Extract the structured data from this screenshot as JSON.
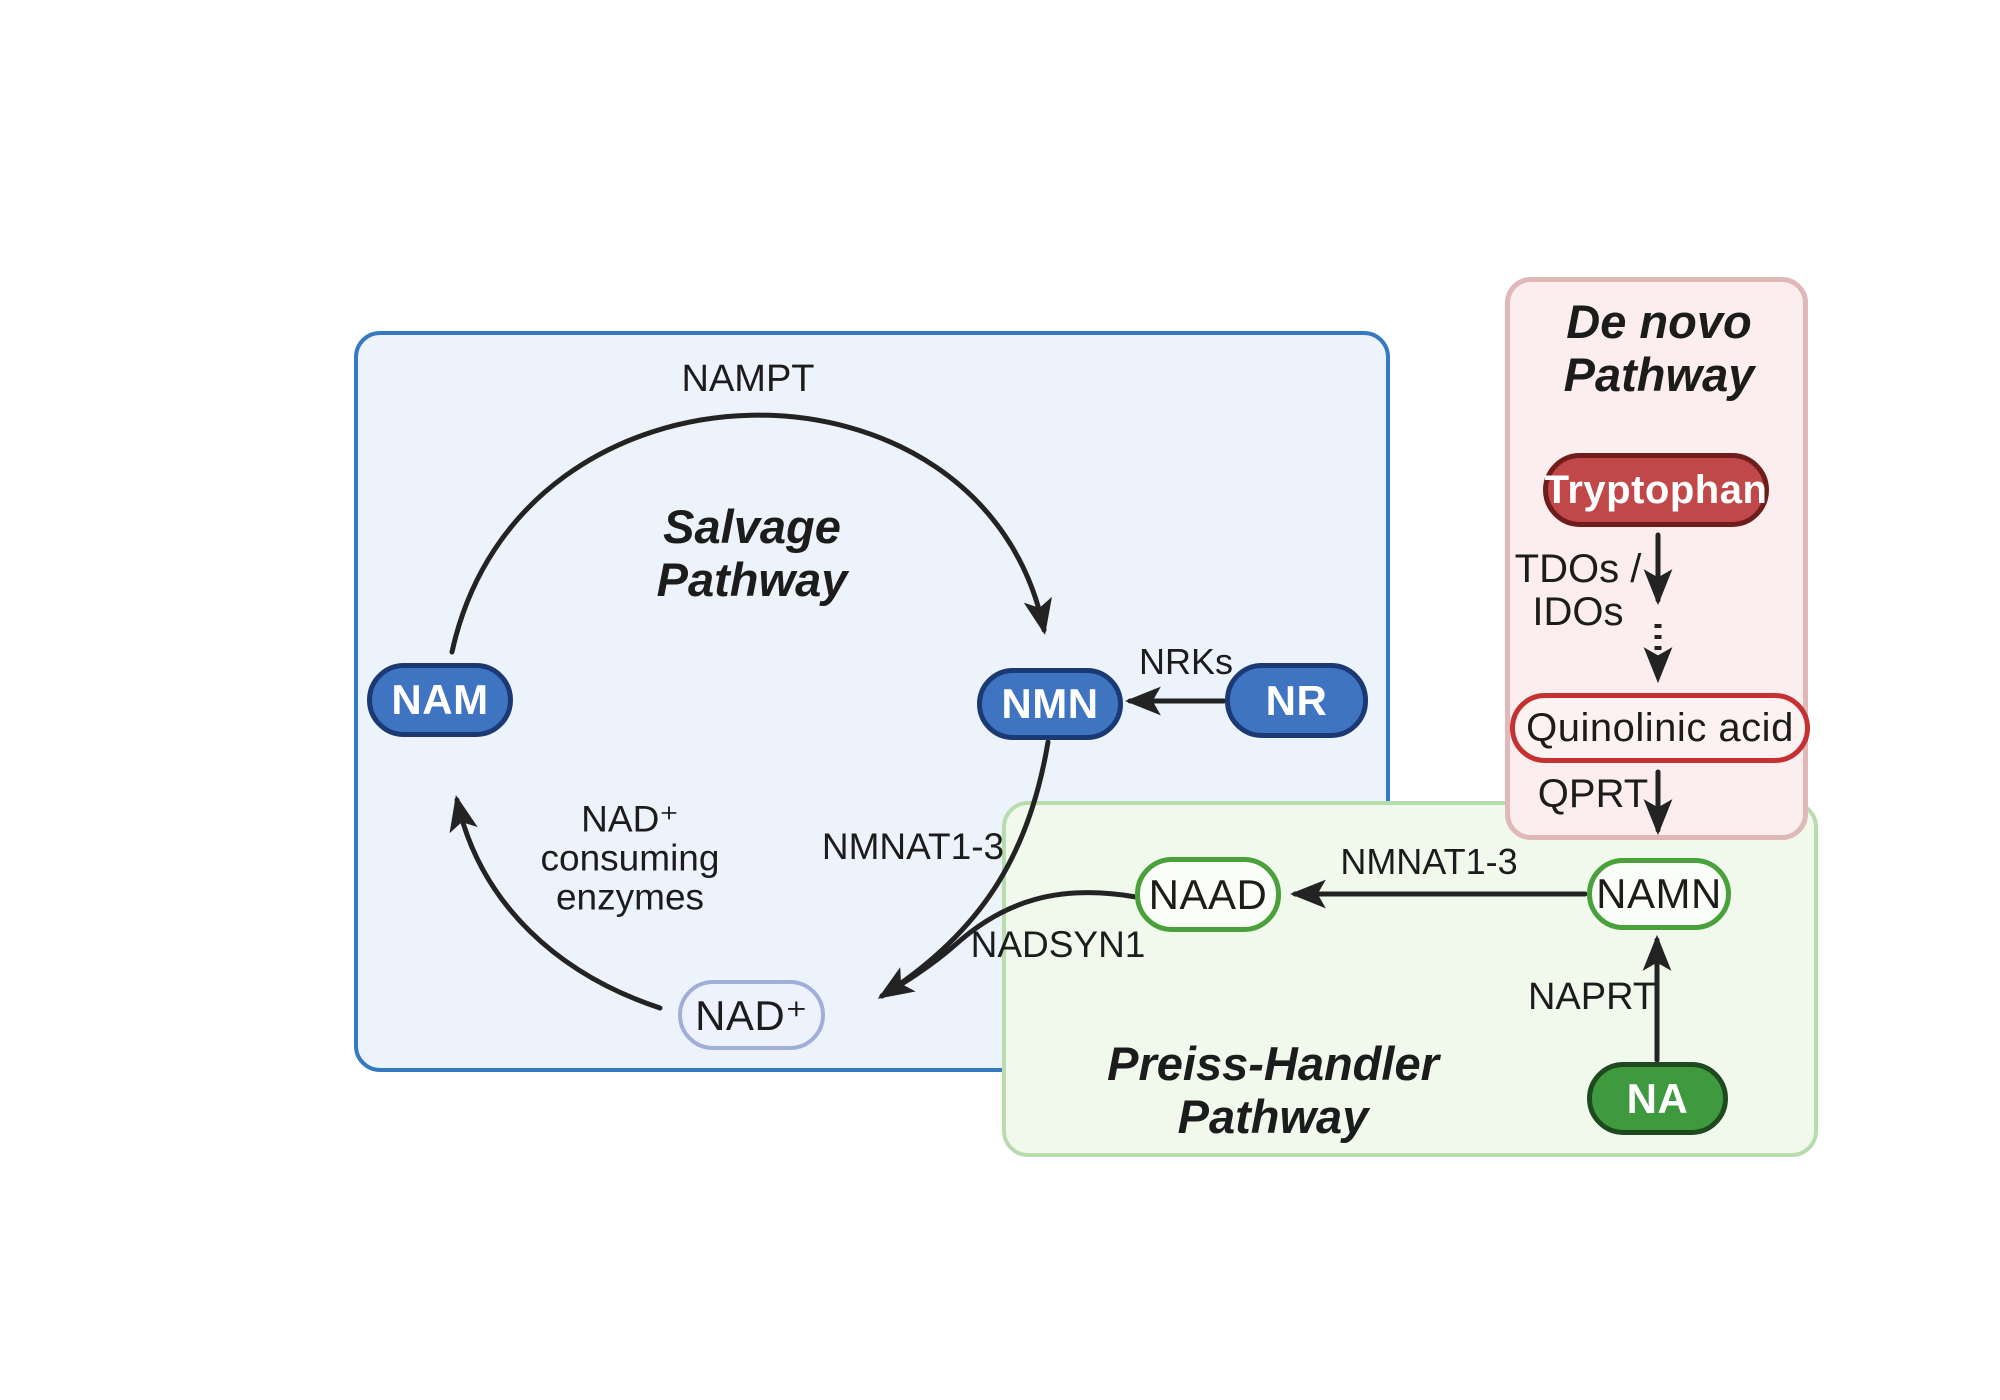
{
  "colors": {
    "arrow": "#232323",
    "text": "#1c1c1c",
    "salvage_box_fill": "#edf3fa",
    "salvage_box_border": "#3579c0",
    "pill_blue_fill": "#3e74c0",
    "pill_blue_border": "#1b3a75",
    "pill_nad_fill": "#eef2fc",
    "pill_nad_border": "#9fafd8",
    "denovo_box_fill": "#fceeee",
    "denovo_box_border": "#e0b8b8",
    "tryptophan_fill": "#c14848",
    "tryptophan_border": "#6e1c1c",
    "quinolinic_fill": "#fdf2f2",
    "quinolinic_border": "#c53030",
    "ph_box_fill": "#f1f9ed",
    "ph_box_border": "#b9dcae",
    "outline_green_fill": "#fbfdf8",
    "outline_green_border": "#4aa13c",
    "na_fill": "#3f9a3f",
    "na_border": "#1f4a20"
  },
  "salvage": {
    "title_line1": "Salvage",
    "title_line2": "Pathway",
    "nampt_label": "NAMPT",
    "nrks_label": "NRKs",
    "nmnat_label": "NMNAT1-3",
    "nad_consuming_line1": "NAD⁺",
    "nad_consuming_line2": "consuming",
    "nad_consuming_line3": "enzymes",
    "nadsyn1_label": "NADSYN1",
    "nodes": {
      "nam": "NAM",
      "nmn": "NMN",
      "nr": "NR",
      "nad": "NAD⁺"
    }
  },
  "de_novo": {
    "title_line1": "De novo",
    "title_line2": "Pathway",
    "tdos_idos_line1": "TDOs /",
    "tdos_idos_line2": "IDOs",
    "qprt_label": "QPRT",
    "nodes": {
      "tryptophan": "Tryptophan",
      "quinolinic_acid": "Quinolinic acid"
    }
  },
  "preiss_handler": {
    "title_line1": "Preiss-Handler",
    "title_line2": "Pathway",
    "nmnat_label": "NMNAT1-3",
    "naprt_label": "NAPRT",
    "nodes": {
      "naad": "NAAD",
      "namn": "NAMN",
      "na": "NA"
    }
  }
}
